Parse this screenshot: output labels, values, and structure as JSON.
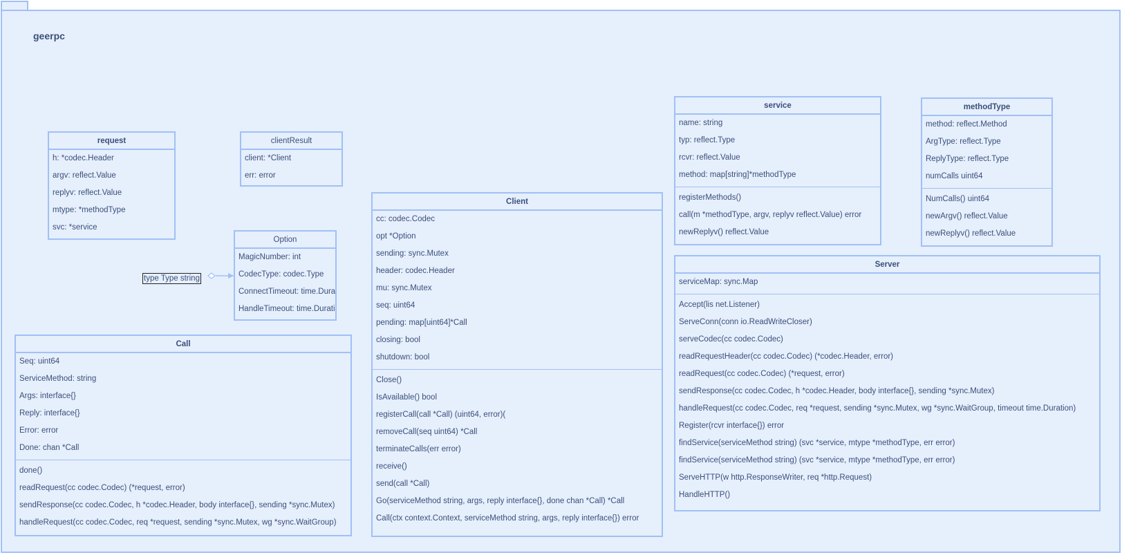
{
  "package": {
    "name": "geerpc"
  },
  "note": {
    "text": "type Type string"
  },
  "classes": {
    "request": {
      "title": "request",
      "fields": [
        "h: *codec.Header",
        "argv: reflect.Value",
        "replyv: reflect.Value",
        "mtype: *methodType",
        "svc: *service"
      ],
      "methods": []
    },
    "clientResult": {
      "title": "clientResult",
      "fields": [
        "client: *Client",
        "err: error"
      ],
      "methods": []
    },
    "option": {
      "title": "Option",
      "fields": [
        "MagicNumber: int",
        "CodecType: codec.Type",
        "ConnectTimeout: time.Duration",
        "HandleTimeout: time.Duration"
      ],
      "methods": []
    },
    "call": {
      "title": "Call",
      "fields": [
        "Seq: uint64",
        "ServiceMethod: string",
        "Args: interface{}",
        "Reply: interface{}",
        "Error: error",
        "Done: chan *Call"
      ],
      "methods": [
        "done()",
        "readRequest(cc codec.Codec) (*request, error)",
        "sendResponse(cc codec.Codec, h *codec.Header, body interface{}, sending *sync.Mutex)",
        "handleRequest(cc codec.Codec, req *request, sending *sync.Mutex, wg *sync.WaitGroup)"
      ]
    },
    "client": {
      "title": "Client",
      "fields": [
        "cc: codec.Codec",
        "opt *Option",
        "sending: sync.Mutex",
        "header: codec.Header",
        "mu: sync.Mutex",
        "seq: uint64",
        "pending: map[uint64]*Call",
        "closing: bool",
        "shutdown: bool"
      ],
      "methods": [
        "Close()",
        "IsAvailable() bool",
        "registerCall(call *Call) (uint64, error)(",
        "removeCall(seq uint64) *Call",
        "terminateCalls(err error)",
        "receive()",
        "send(call *Call)",
        "Go(serviceMethod string, args, reply interface{}, done chan *Call) *Call",
        "Call(ctx context.Context, serviceMethod string, args, reply interface{}) error"
      ]
    },
    "service": {
      "title": "service",
      "fields": [
        "name: string",
        "typ: reflect.Type",
        "rcvr: reflect.Value",
        "method: map[string]*methodType"
      ],
      "methods": [
        "registerMethods()",
        "call(m *methodType, argv, replyv reflect.Value) error",
        "newReplyv() reflect.Value"
      ]
    },
    "methodType": {
      "title": "methodType",
      "fields": [
        "method: reflect.Method",
        "ArgType: reflect.Type",
        "ReplyType: reflect.Type",
        "numCalls uint64"
      ],
      "methods": [
        "NumCalls() uint64",
        "newArgv() reflect.Value",
        "newReplyv() reflect.Value"
      ]
    },
    "server": {
      "title": "Server",
      "fields": [
        "serviceMap: sync.Map"
      ],
      "methods": [
        "Accept(lis net.Listener)",
        "ServeConn(conn io.ReadWriteCloser)",
        "serveCodec(cc codec.Codec)",
        "readRequestHeader(cc codec.Codec) (*codec.Header, error)",
        "readRequest(cc codec.Codec) (*request, error)",
        "sendResponse(cc codec.Codec, h *codec.Header, body interface{}, sending *sync.Mutex)",
        "handleRequest(cc codec.Codec, req *request, sending *sync.Mutex, wg *sync.WaitGroup, timeout time.Duration)",
        "Register(rcvr interface{}) error",
        "findService(serviceMethod string) (svc *service, mtype *methodType, err error)",
        "findService(serviceMethod string) (svc *service, mtype *methodType, err error)",
        "ServeHTTP(w http.ResponseWriter, req *http.Request)",
        "HandleHTTP()"
      ]
    }
  },
  "colors": {
    "border": "#a0c0f5",
    "fill": "#e6effc",
    "text": "#3a4f7a"
  }
}
